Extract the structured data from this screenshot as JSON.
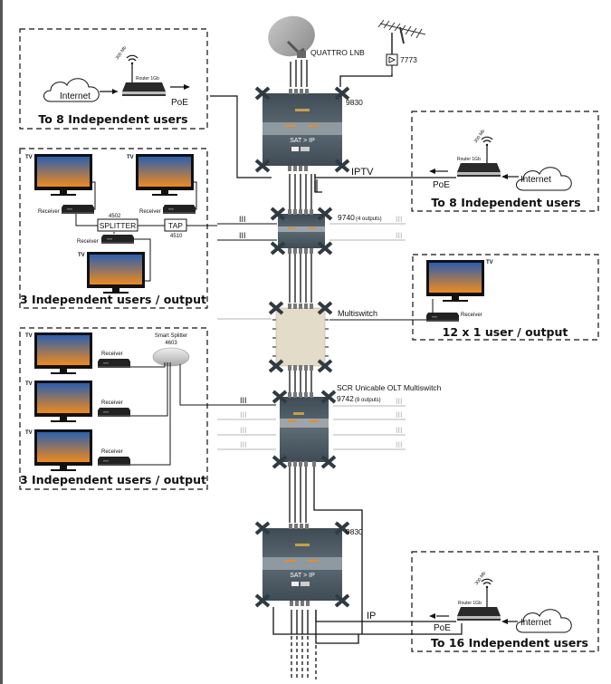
{
  "diagram": {
    "sources": {
      "satellite_label": "QUATTRO LNB",
      "antenna_amp_label": "7773"
    },
    "devices": {
      "top_sat_ip": {
        "model": "9830",
        "front_text": "SAT > IP"
      },
      "multiswitch_9740": {
        "model": "9740",
        "note": "(4 outputs)"
      },
      "multiswitch": {
        "label": "Multiswitch"
      },
      "scr_multiswitch": {
        "title": "SCR Unicable OLT Multiswitch",
        "model": "9742",
        "note": "(8 outputs)"
      },
      "bottom_sat_ip": {
        "model": "9830",
        "front_text": "SAT > IP"
      }
    },
    "links": {
      "iptv": "IPTV",
      "ip": "IP",
      "poe": "PoE",
      "triple": "III"
    },
    "groups": {
      "top_left": {
        "title": "To 8 Independent users",
        "internet": "Internet",
        "router": "Router 1Gb",
        "wifi_speed": "300 Mb",
        "poe": "PoE"
      },
      "top_right": {
        "title": "To 8 Independent users",
        "internet": "Internet",
        "router": "Router 1Gb",
        "wifi_speed": "300 Mb",
        "poe": "PoE"
      },
      "splitter_group": {
        "title": "3 Independent users / output",
        "tv": "TV",
        "receiver": "Receiver",
        "splitter": "SPLITTER",
        "splitter_model": "4502",
        "tap": "TAP",
        "tap_model": "4510"
      },
      "single_user": {
        "title": "12 x 1 user / output",
        "tv": "TV",
        "receiver": "Receiver"
      },
      "smart_splitter_group": {
        "title": "3 Independent users / output",
        "tv": "TV",
        "receiver": "Receiver",
        "smart_splitter": "Smart Splitter",
        "smart_splitter_model": "4603"
      },
      "bottom_right": {
        "title": "To 16 Independent users",
        "internet": "Internet",
        "router": "Router 1Gb",
        "wifi_speed": "300 Mb",
        "poe": "PoE"
      }
    },
    "colors": {
      "tv_top": "#2a5fb0",
      "tv_bottom": "#f08a1c",
      "device_dark": "#4a5862",
      "multiswitch_beige": "#e2dcc8",
      "gray_line": "#b5b5b5"
    }
  }
}
